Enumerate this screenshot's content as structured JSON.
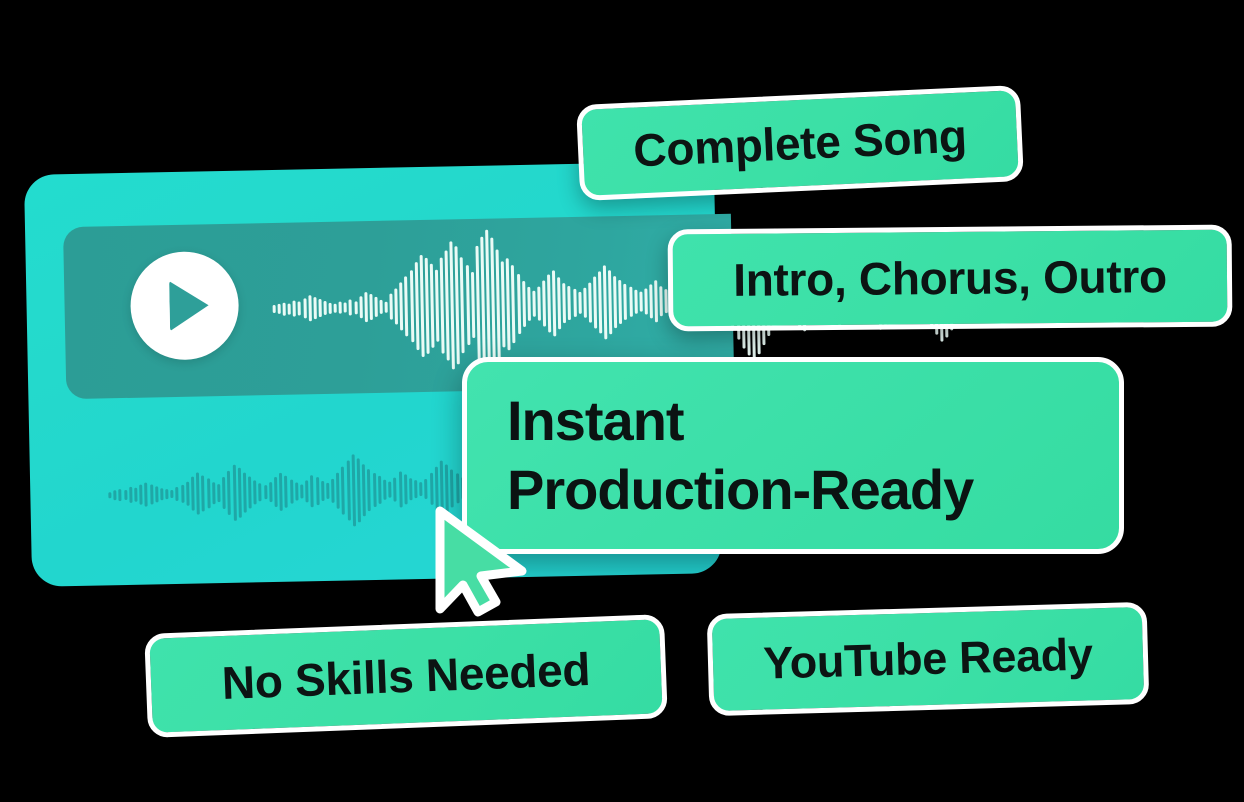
{
  "scene": {
    "background_color": "#000000",
    "accent_green": "#3CE0A6",
    "accent_teal": "#23DCCF",
    "panel_teal": "#2C9D96",
    "text_color": "#0C1413",
    "border_color": "#FFFFFF"
  },
  "player": {
    "name": "audio-player-card",
    "play_button_label": "Play",
    "play_icon": "play-triangle-icon",
    "waveform_top": {
      "icon": "waveform-icon",
      "color": "#EAFBF6",
      "bars": [
        8,
        10,
        13,
        11,
        16,
        14,
        20,
        26,
        22,
        18,
        14,
        11,
        9,
        12,
        10,
        16,
        13,
        22,
        30,
        26,
        20,
        14,
        11,
        26,
        36,
        48,
        60,
        72,
        88,
        102,
        96,
        84,
        72,
        96,
        110,
        128,
        118,
        96,
        80,
        66,
        118,
        136,
        150,
        134,
        110,
        86,
        92,
        78,
        60,
        46,
        34,
        26,
        34,
        46,
        58,
        66,
        52,
        40,
        34,
        28,
        22,
        30,
        40,
        52,
        62,
        74,
        64,
        52,
        44,
        36,
        30,
        24,
        20,
        26,
        34,
        42,
        30,
        24,
        20,
        16,
        22,
        30,
        26,
        20,
        16,
        14,
        20,
        28,
        36,
        48,
        62,
        80,
        98,
        112,
        124,
        110,
        92,
        74,
        62,
        50,
        40,
        34,
        44,
        56,
        66,
        52,
        42,
        34,
        28,
        36,
        48,
        56,
        44,
        36,
        30,
        24,
        32,
        42,
        54,
        66,
        58,
        46,
        38,
        30,
        24,
        20,
        28,
        38,
        50,
        64,
        78,
        92,
        84,
        70,
        56,
        44,
        36,
        28,
        22,
        30,
        40,
        34,
        26,
        20,
        16,
        22,
        30,
        24,
        18,
        14,
        10,
        16,
        22,
        18,
        14,
        10,
        8,
        12,
        16,
        12,
        9,
        7,
        5,
        8,
        10,
        7,
        5
      ]
    },
    "waveform_bottom": {
      "icon": "waveform-icon",
      "color": "#1E9C9E",
      "bars": [
        6,
        9,
        12,
        10,
        15,
        13,
        19,
        24,
        20,
        16,
        12,
        10,
        8,
        14,
        18,
        24,
        32,
        40,
        34,
        28,
        22,
        18,
        30,
        42,
        54,
        48,
        38,
        30,
        24,
        18,
        14,
        20,
        28,
        36,
        30,
        24,
        18,
        14,
        22,
        30,
        26,
        20,
        16,
        24,
        34,
        46,
        58,
        70,
        62,
        50,
        40,
        32,
        26,
        20,
        16,
        24,
        34,
        28,
        22,
        18,
        14,
        20,
        30,
        42,
        54,
        46,
        36,
        28,
        22,
        30,
        40,
        50,
        42,
        34,
        26,
        20,
        28,
        38,
        48,
        40,
        32,
        24,
        18,
        26,
        36,
        46,
        38,
        30,
        24,
        18,
        14,
        22,
        32,
        44,
        58,
        72,
        86,
        100,
        92,
        78,
        64,
        52,
        42,
        34,
        28,
        36,
        48,
        60,
        72,
        64,
        52,
        42,
        34,
        26,
        34,
        46,
        58,
        50,
        40,
        32,
        24,
        18,
        26,
        36,
        30,
        24,
        18,
        14,
        20,
        28,
        22,
        17,
        13,
        10,
        16,
        22,
        18,
        14,
        11,
        8,
        12,
        16,
        12,
        9,
        7,
        10,
        14,
        10,
        8,
        6
      ]
    }
  },
  "pills": [
    {
      "id": "complete-song",
      "label": "Complete Song"
    },
    {
      "id": "intro-chorus-outro",
      "label": "Intro, Chorus, Outro"
    },
    {
      "id": "no-skills-needed",
      "label": "No Skills Needed"
    },
    {
      "id": "youtube-ready",
      "label": "YouTube Ready"
    }
  ],
  "callout": {
    "line1": "Instant",
    "line2": "Production-Ready"
  },
  "cursor": {
    "icon": "mouse-pointer-icon",
    "fill": "#47DDA4",
    "outline": "#FFFFFF"
  }
}
